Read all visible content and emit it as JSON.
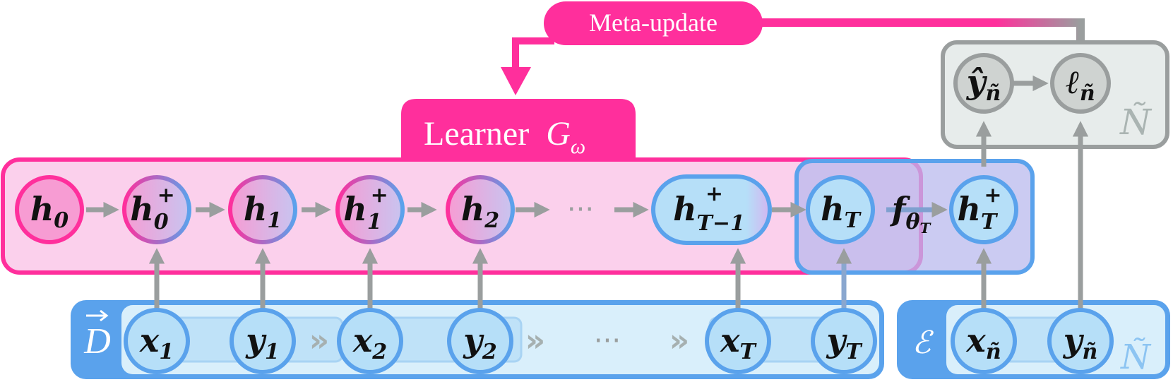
{
  "colors": {
    "pink": "#ff2f9c",
    "pink_fill": "#fbd0ec",
    "pink_node": "#f79cd3",
    "blue": "#5aa2ec",
    "blue_fill": "#d9effb",
    "blue_node": "#b6dff8",
    "purple_fill": "#b9b9ee",
    "gray": "#9a9e9e",
    "gray_fill": "#e7eceb",
    "gray_node": "#cfd3d1",
    "arrow": "#9a9e9e"
  },
  "meta_update": {
    "label": "Meta-update"
  },
  "learner": {
    "name": "Learner",
    "symbol": "G",
    "subscript": "ω"
  },
  "hidden_states": [
    {
      "base": "h",
      "sub": "0",
      "sup": ""
    },
    {
      "base": "h",
      "sub": "0",
      "sup": "+"
    },
    {
      "base": "h",
      "sub": "1",
      "sup": ""
    },
    {
      "base": "h",
      "sub": "1",
      "sup": "+"
    },
    {
      "base": "h",
      "sub": "2",
      "sup": ""
    },
    {
      "base": "h",
      "sub": "T−1",
      "sup": "+"
    },
    {
      "base": "h",
      "sub": "T",
      "sup": ""
    },
    {
      "base": "h",
      "sub": "T",
      "sup": "+"
    }
  ],
  "ellipsis": "···",
  "model_fn": {
    "base": "f",
    "sub": "θ",
    "subsub": "T"
  },
  "dataset": {
    "symbol": "D",
    "vector_mark": "⃗",
    "items": [
      {
        "base": "x",
        "sub": "1"
      },
      {
        "base": "y",
        "sub": "1"
      },
      {
        "base": "x",
        "sub": "2"
      },
      {
        "base": "y",
        "sub": "2"
      },
      {
        "base": "x",
        "sub": "T"
      },
      {
        "base": "y",
        "sub": "T"
      }
    ],
    "separator": "»"
  },
  "eval_set": {
    "symbol": "ℰ",
    "items": [
      {
        "base": "x",
        "sub": "ñ"
      },
      {
        "base": "y",
        "sub": "ñ"
      }
    ],
    "plate": "Ñ"
  },
  "output": {
    "prediction": {
      "base": "ŷ",
      "sub": "ñ"
    },
    "loss": {
      "base": "ℓ",
      "sub": "ñ"
    },
    "plate": "Ñ"
  }
}
